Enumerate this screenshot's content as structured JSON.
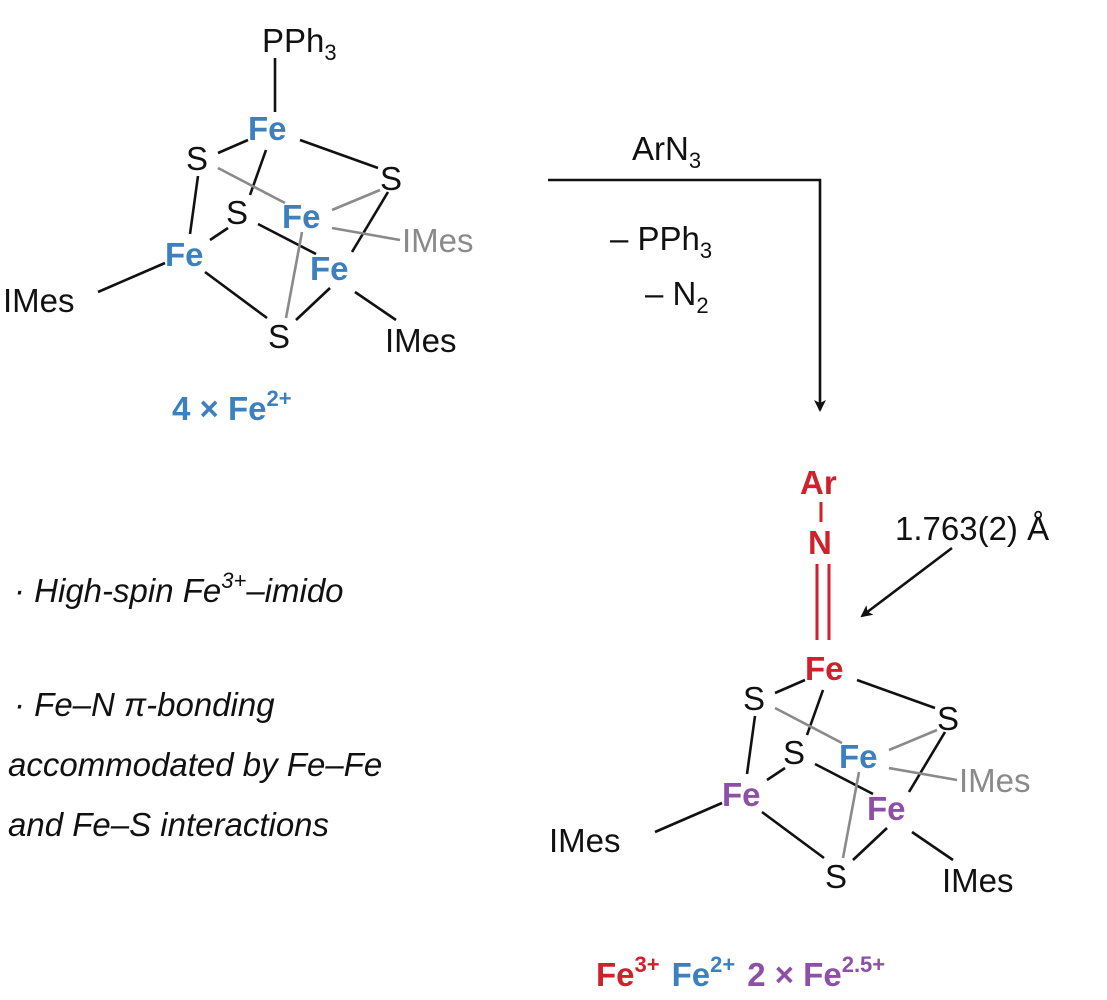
{
  "reactant": {
    "ligand_top": "PPh",
    "ligand_top_sub": "3",
    "atoms": {
      "fe": "Fe",
      "s": "S",
      "imes": "IMes"
    },
    "caption": "4 × Fe",
    "caption_sup": "2+"
  },
  "reaction": {
    "reagent": "ArN",
    "reagent_sub": "3",
    "loss1": "– PPh",
    "loss1_sub": "3",
    "loss2": "– N",
    "loss2_sub": "2"
  },
  "product": {
    "ar": "Ar",
    "n": "N",
    "bond_length": "1.763(2) Å",
    "caption": [
      {
        "text": "Fe",
        "sup": "3+"
      },
      {
        "text": "Fe",
        "sup": "2+"
      },
      {
        "text": "2 × Fe",
        "sup": "2.5+"
      }
    ]
  },
  "notes": {
    "line1_a": "· High-spin Fe",
    "line1_sup": "3+",
    "line1_b": "–imido",
    "line2": "· Fe–N π-bonding",
    "line3": "accommodated by Fe–Fe",
    "line4": "and Fe–S interactions"
  },
  "colors": {
    "fe2": "#3d80bf",
    "fe3": "#d0202c",
    "fe25": "#8e4fa6",
    "back": "#8a8a8a"
  }
}
